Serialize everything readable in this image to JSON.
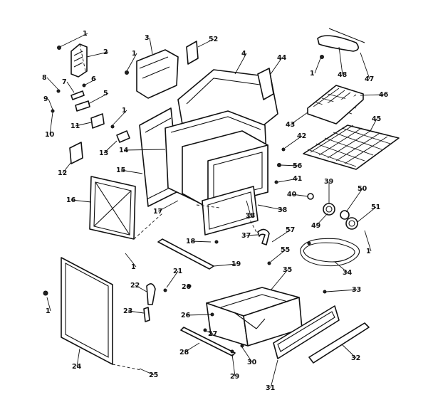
{
  "diagram": {
    "callouts": [
      {
        "id": "c1a",
        "label": "1"
      },
      {
        "id": "c2",
        "label": "2"
      },
      {
        "id": "c3",
        "label": "3"
      },
      {
        "id": "c1b",
        "label": "1"
      },
      {
        "id": "c52",
        "label": "52"
      },
      {
        "id": "c4",
        "label": "4"
      },
      {
        "id": "c44",
        "label": "44"
      },
      {
        "id": "c1c",
        "label": "1"
      },
      {
        "id": "c48",
        "label": "48"
      },
      {
        "id": "c47",
        "label": "47"
      },
      {
        "id": "c8",
        "label": "8"
      },
      {
        "id": "c6",
        "label": "6"
      },
      {
        "id": "c7",
        "label": "7"
      },
      {
        "id": "c5",
        "label": "5"
      },
      {
        "id": "c9",
        "label": "9"
      },
      {
        "id": "c10",
        "label": "10"
      },
      {
        "id": "c11",
        "label": "11"
      },
      {
        "id": "c1d",
        "label": "1"
      },
      {
        "id": "c13",
        "label": "13"
      },
      {
        "id": "c14",
        "label": "14"
      },
      {
        "id": "c46",
        "label": "46"
      },
      {
        "id": "c43",
        "label": "43"
      },
      {
        "id": "c42",
        "label": "42"
      },
      {
        "id": "c45",
        "label": "45"
      },
      {
        "id": "c12",
        "label": "12"
      },
      {
        "id": "c15",
        "label": "15"
      },
      {
        "id": "c56",
        "label": "56"
      },
      {
        "id": "c41",
        "label": "41"
      },
      {
        "id": "c16",
        "label": "16"
      },
      {
        "id": "c40",
        "label": "40"
      },
      {
        "id": "c39",
        "label": "39"
      },
      {
        "id": "c50",
        "label": "50"
      },
      {
        "id": "c51",
        "label": "51"
      },
      {
        "id": "c17",
        "label": "17"
      },
      {
        "id": "c38a",
        "label": "38"
      },
      {
        "id": "c38b",
        "label": "38"
      },
      {
        "id": "c49",
        "label": "49"
      },
      {
        "id": "c37",
        "label": "37"
      },
      {
        "id": "c57",
        "label": "57"
      },
      {
        "id": "c18",
        "label": "18"
      },
      {
        "id": "c1e",
        "label": "1"
      },
      {
        "id": "c55",
        "label": "55"
      },
      {
        "id": "c34",
        "label": "34"
      },
      {
        "id": "c1f",
        "label": "1"
      },
      {
        "id": "c19",
        "label": "19"
      },
      {
        "id": "c21",
        "label": "21"
      },
      {
        "id": "c35",
        "label": "35"
      },
      {
        "id": "c22",
        "label": "22"
      },
      {
        "id": "c20",
        "label": "20"
      },
      {
        "id": "c33",
        "label": "33"
      },
      {
        "id": "c1g",
        "label": "1"
      },
      {
        "id": "c23",
        "label": "23"
      },
      {
        "id": "c26",
        "label": "26"
      },
      {
        "id": "c27",
        "label": "27"
      },
      {
        "id": "c24",
        "label": "24"
      },
      {
        "id": "c28",
        "label": "28"
      },
      {
        "id": "c30",
        "label": "30"
      },
      {
        "id": "c32",
        "label": "32"
      },
      {
        "id": "c25",
        "label": "25"
      },
      {
        "id": "c29",
        "label": "29"
      },
      {
        "id": "c31",
        "label": "31"
      }
    ]
  }
}
